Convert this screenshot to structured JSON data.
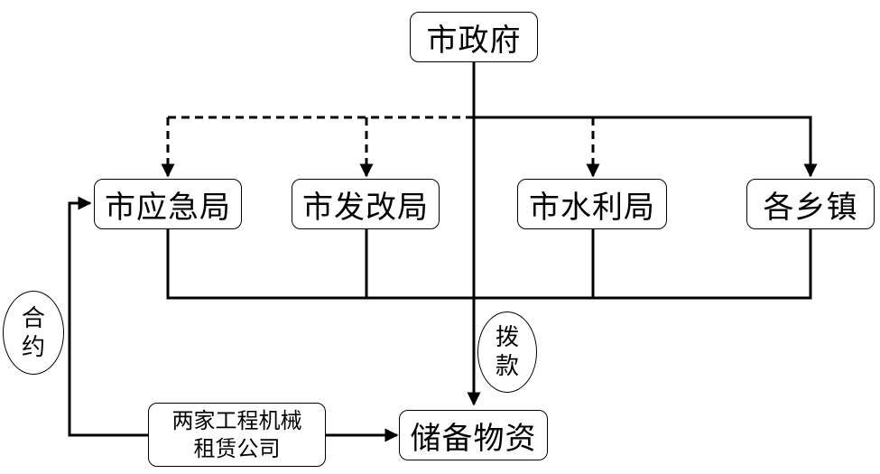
{
  "nodes": {
    "city_government": "市政府",
    "emergency_bureau": "市应急局",
    "development_reform_bureau": "市发改局",
    "water_resources_bureau": "市水利局",
    "townships": "各乡镇",
    "leasing_companies": {
      "line1": "两家工程机械",
      "line2": "租赁公司"
    },
    "reserve_materials": "储备物资"
  },
  "edge_labels": {
    "contract": {
      "char1": "合",
      "char2": "约"
    },
    "allocation": {
      "char1": "拨",
      "char2": "款"
    }
  },
  "colors": {
    "line": "#000000",
    "background": "#ffffff"
  }
}
